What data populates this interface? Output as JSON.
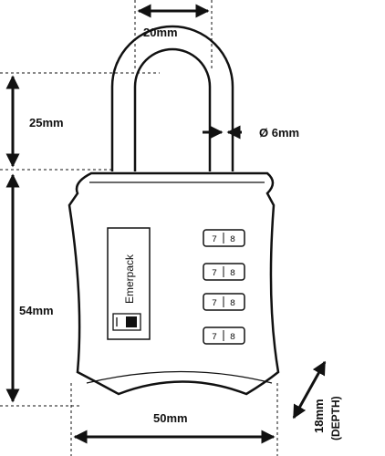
{
  "dimensions": {
    "shackle_inner_width": "20mm",
    "shackle_height": "25mm",
    "shackle_diameter": "Ø 6mm",
    "body_height": "54mm",
    "body_width": "50mm",
    "depth_value": "18mm",
    "depth_label": "(DEPTH)"
  },
  "brand": {
    "text": "Emerpack"
  },
  "dials": [
    {
      "left": "7",
      "right": "8"
    },
    {
      "left": "7",
      "right": "8"
    },
    {
      "left": "7",
      "right": "8"
    },
    {
      "left": "7",
      "right": "8"
    }
  ]
}
